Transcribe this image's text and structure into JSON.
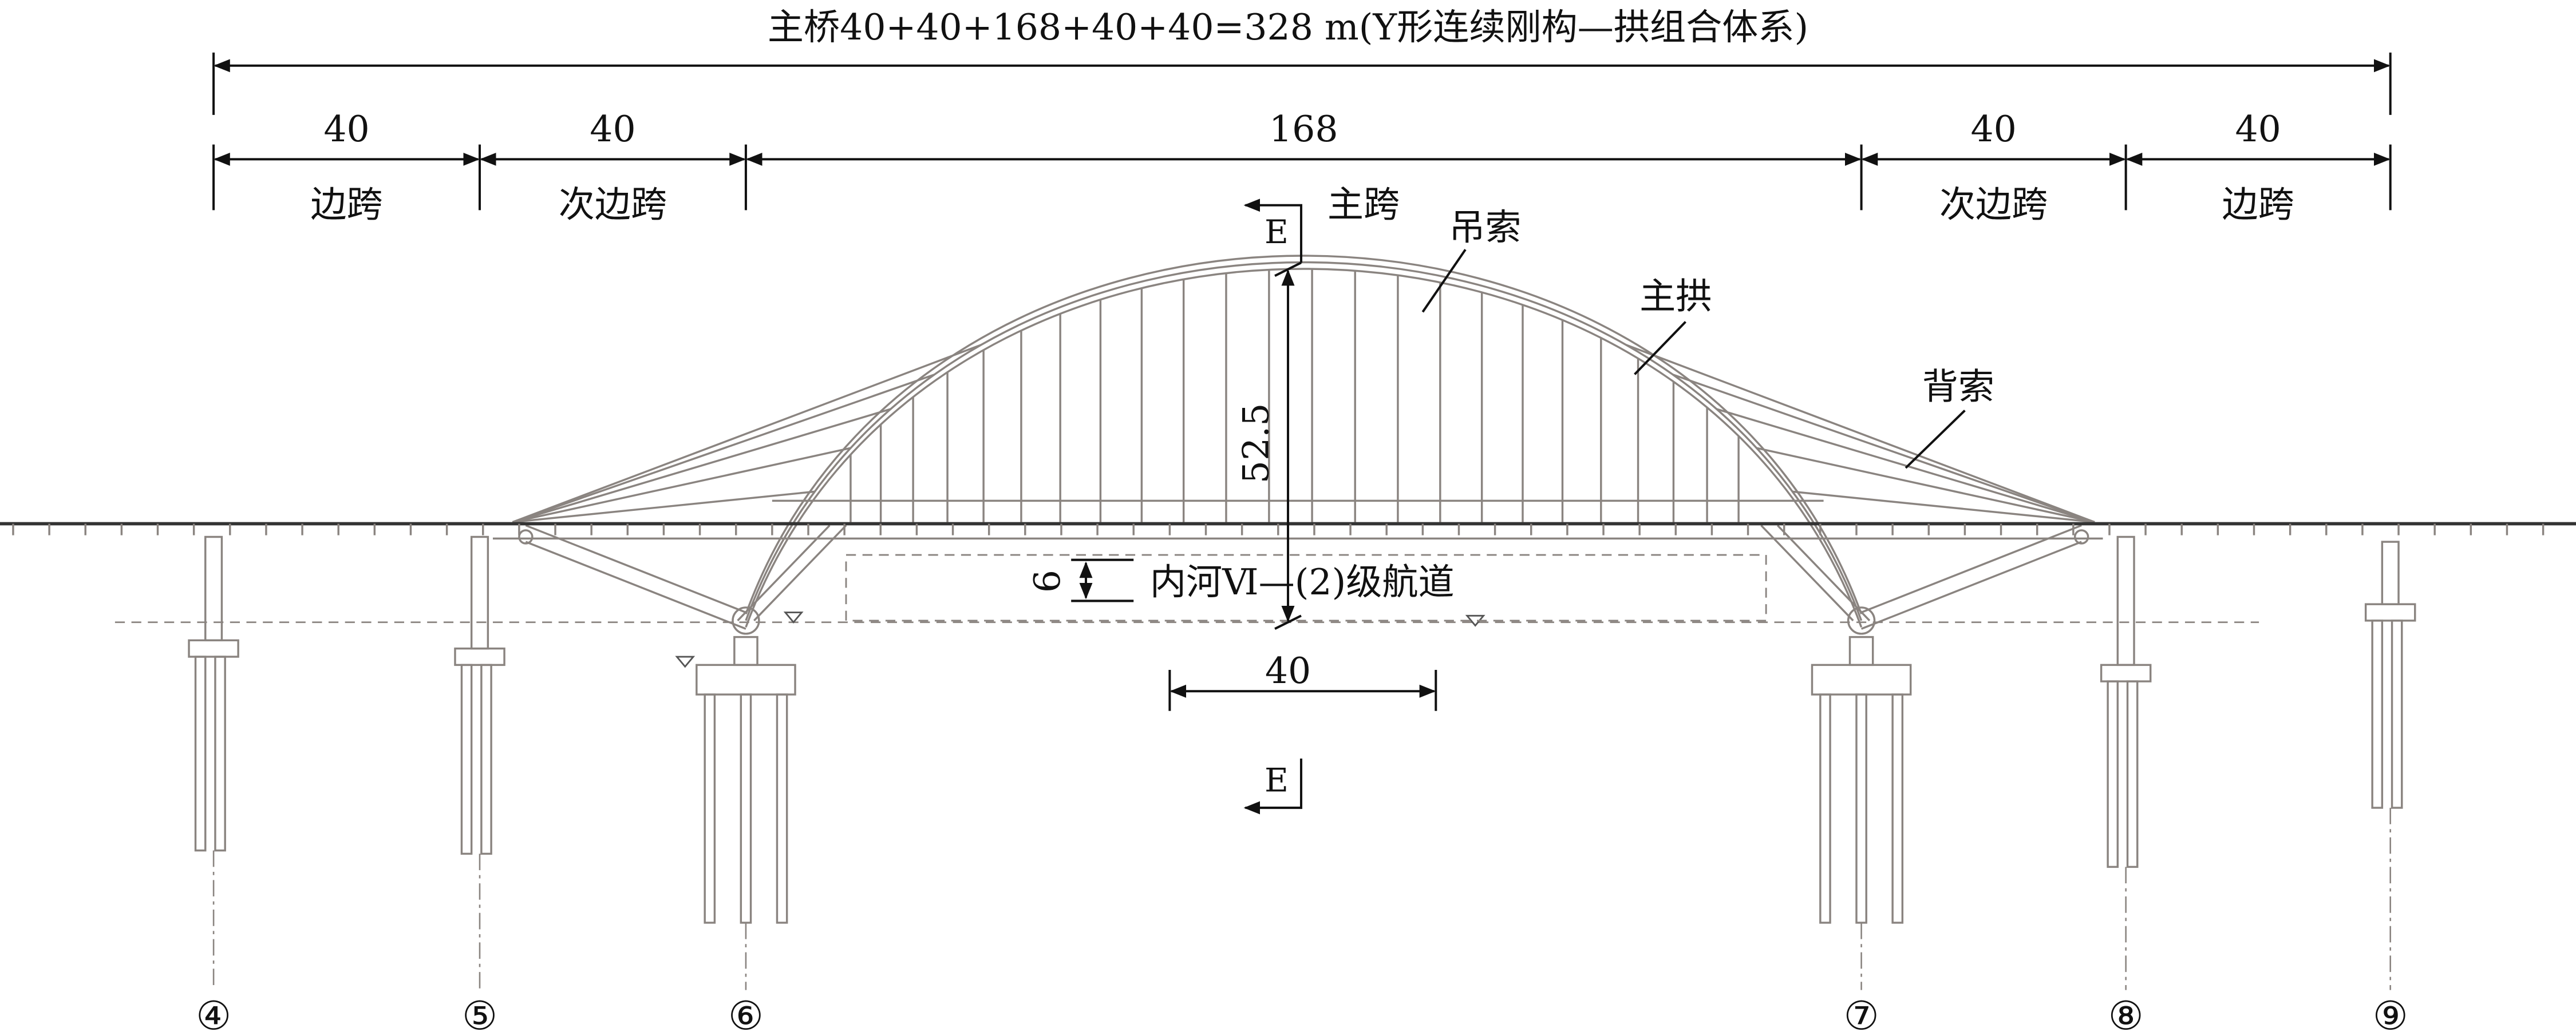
{
  "title": "主桥40+40+168+40+40=328 m(Y形连续刚构—拱组合体系)",
  "spans": [
    {
      "length": "40",
      "name": "边跨"
    },
    {
      "length": "40",
      "name": "次边跨"
    },
    {
      "length": "168",
      "name": ""
    },
    {
      "length": "40",
      "name": "次边跨"
    },
    {
      "length": "40",
      "name": "边跨"
    }
  ],
  "labels": {
    "main_span": "主跨",
    "hanger": "吊索",
    "main_arch": "主拱",
    "back_cable": "背索",
    "section_mark": "E",
    "section_mark_bottom": "E",
    "rise": "52.5",
    "clearance_height": "6",
    "waterway": "内河Ⅵ—(2)级航道",
    "clearance_width": "40"
  },
  "piers": [
    "④",
    "⑤",
    "⑥",
    "⑦",
    "⑧",
    "⑨"
  ]
}
